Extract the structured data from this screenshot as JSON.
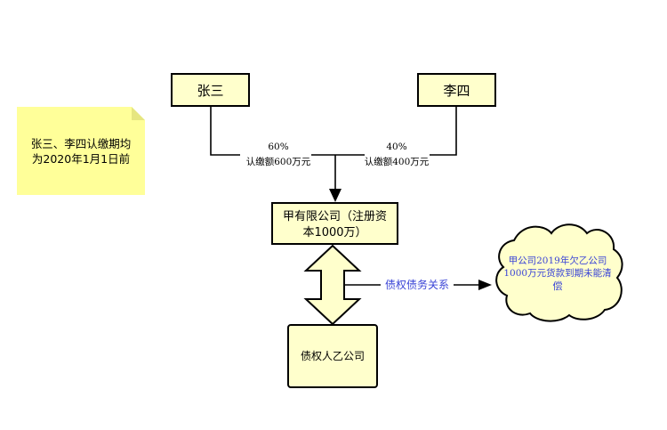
{
  "shareholders": {
    "left": {
      "name": "张三",
      "percent": "60%",
      "amount": "认缴额600万元"
    },
    "right": {
      "name": "李四",
      "percent": "40%",
      "amount": "认缴额400万元"
    }
  },
  "note": {
    "line1": "张三、李四认缴期均",
    "line2": "为2020年1月1日前"
  },
  "company": {
    "line1": "甲有限公司（注册资",
    "line2": "本1000万）"
  },
  "creditor": {
    "label": "债权人乙公司"
  },
  "relation": {
    "label": "债权债务关系"
  },
  "cloud": {
    "line1": "甲公司2019年欠乙公司",
    "line2": "1000万元货款到期未能清",
    "line3": "偿"
  },
  "colors": {
    "box_fill": "#FFFFCC",
    "note_fill": "#FFFF99",
    "note_fold": "#E6E680",
    "cloud_fill": "#FFFFCC",
    "relation_text": "#3A44D6",
    "stroke": "#000000"
  }
}
